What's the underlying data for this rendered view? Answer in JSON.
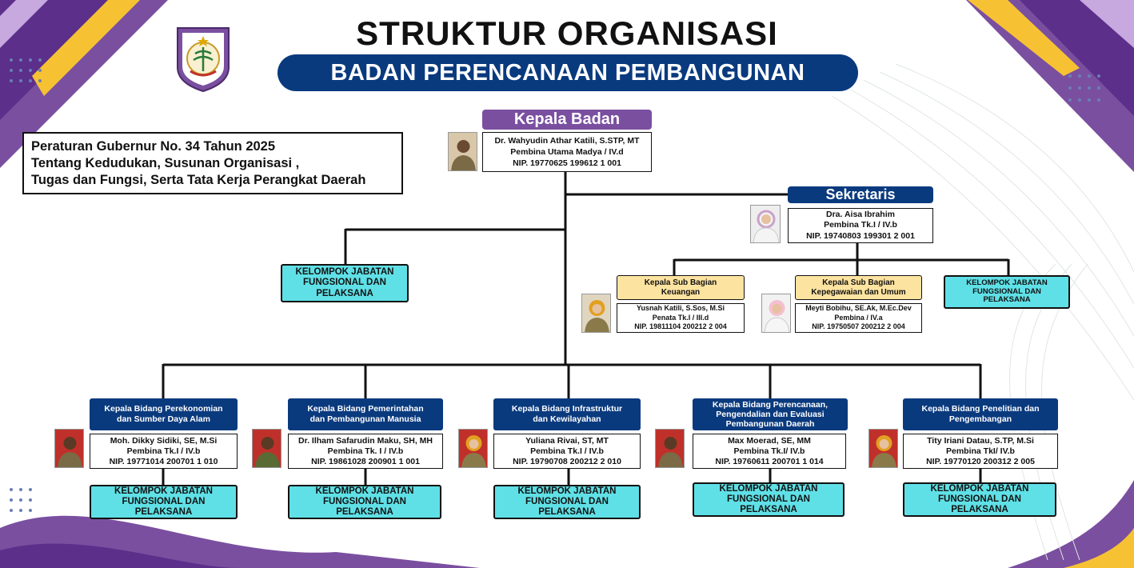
{
  "colors": {
    "navy": "#0a3a7e",
    "purple": "#7a4fa0",
    "cyan": "#5fe0e6",
    "yellow": "#fde3a0",
    "accent_yellow": "#f6c233"
  },
  "header": {
    "title": "STRUKTUR ORGANISASI",
    "subtitle": "BADAN PERENCANAAN PEMBANGUNAN DAERAH"
  },
  "regulation": {
    "lines": [
      "Peraturan Gubernur No. 34 Tahun 2025",
      "Tentang Kedudukan, Susunan Organisasi ,",
      "Tugas dan Fungsi, Serta Tata Kerja Perangkat Daerah"
    ]
  },
  "kepala": {
    "label": "Kepala Badan",
    "name": "Dr. Wahyudin Athar Katili, S.STP, MT",
    "rank": "Pembina Utama Madya / IV.d",
    "nip": "NIP. 19770625 199612 1 001"
  },
  "sekretaris": {
    "label": "Sekretaris",
    "name": "Dra. Aisa Ibrahim",
    "rank": "Pembina Tk.I / IV.b",
    "nip": "NIP. 19740803 199301 2 001"
  },
  "kelompok": {
    "lines": [
      "KELOMPOK JABATAN",
      "FUNGSIONAL DAN",
      "PELAKSANA"
    ]
  },
  "subbagian": [
    {
      "label_lines": [
        "Kepala Sub Bagian",
        "Keuangan"
      ],
      "name": "Yusnah Katili, S.Sos, M.Si",
      "rank": "Penata Tk.I / III.d",
      "nip": "NIP. 19811104 200212 2 004"
    },
    {
      "label_lines": [
        "Kepala Sub Bagian",
        "Kepegawaian dan Umum"
      ],
      "name": "Meyti Bobihu, SE.Ak, M.Ec.Dev",
      "rank": "Pembina / IV.a",
      "nip": "NIP. 19750507 200212 2 004"
    }
  ],
  "bidang": [
    {
      "label_lines": [
        "Kepala Bidang Perekonomian",
        "dan Sumber Daya Alam"
      ],
      "name": "Moh. Dikky Sidiki, SE, M.Si",
      "rank": "Pembina Tk.I / IV.b",
      "nip": "NIP. 19771014 200701 1 010"
    },
    {
      "label_lines": [
        "Kepala Bidang Pemerintahan",
        "dan Pembangunan Manusia"
      ],
      "name": "Dr. Ilham Safarudin Maku, SH, MH",
      "rank": "Pembina Tk. I / IV.b",
      "nip": "NIP. 19861028 200901 1 001"
    },
    {
      "label_lines": [
        "Kepala Bidang Infrastruktur",
        "dan Kewilayahan"
      ],
      "name": "Yuliana Rivai, ST, MT",
      "rank": "Pembina Tk.I / IV.b",
      "nip": "NIP. 19790708 200212 2 010"
    },
    {
      "label_lines": [
        "Kepala Bidang Perencanaan,",
        "Pengendalian dan Evaluasi",
        "Pembangunan Daerah"
      ],
      "name": "Max Moerad, SE, MM",
      "rank": "Pembina Tk.I/ IV.b",
      "nip": "NIP. 19760611 200701 1 014"
    },
    {
      "label_lines": [
        "Kepala Bidang Penelitian dan",
        "Pengembangan"
      ],
      "name": "Tity Iriani Datau, S.TP, M.Si",
      "rank": "Pembina TkI/ IV.b",
      "nip": "NIP. 19770120 200312 2 005"
    }
  ]
}
